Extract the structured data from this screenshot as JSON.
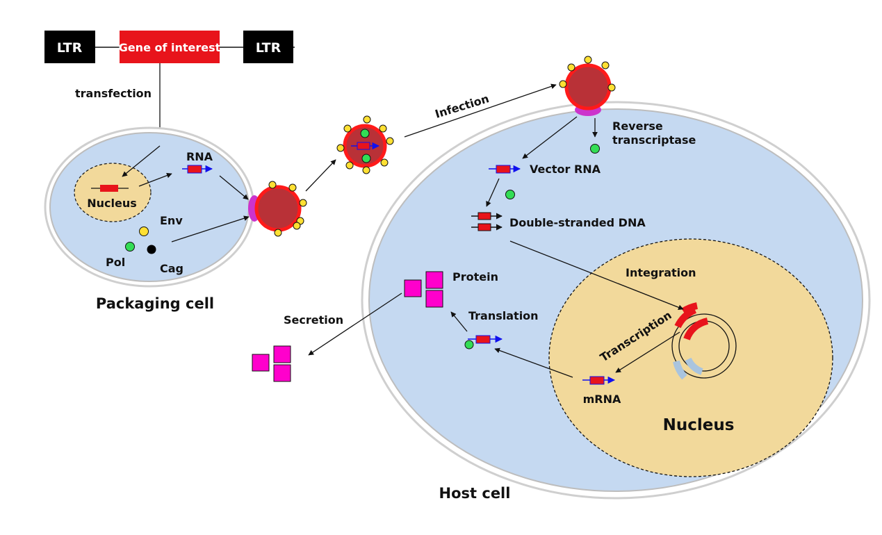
{
  "construct": {
    "ltr_left": "LTR",
    "gene": "Gene of interest",
    "ltr_right": "LTR"
  },
  "labels": {
    "transfection": "transfection",
    "rna": "RNA",
    "nucleus_small": "Nucleus",
    "env": "Env",
    "pol": "Pol",
    "cag": "Cag",
    "packaging_cell": "Packaging cell",
    "infection": "Infection",
    "reverse_line1": "Reverse",
    "reverse_line2": "transcriptase",
    "vector_rna": "Vector RNA",
    "ds_dna": "Double-stranded DNA",
    "integration": "Integration",
    "protein": "Protein",
    "secretion": "Secretion",
    "translation": "Translation",
    "transcription": "Transcription",
    "mrna": "mRNA",
    "nucleus_big": "Nucleus",
    "host_cell": "Host cell"
  },
  "colors": {
    "cytoplasm": "#c5d9f1",
    "nucleus": "#f2d99b",
    "virus": "#b93137",
    "virus_ring": "#ff1a1a",
    "envelope_protein": "#ffe033",
    "polymerase": "#33dd55",
    "receptor": "#cc33cc",
    "protein": "#ff00cc",
    "gene_red": "#e8141b",
    "arrow_blue": "#1010ee"
  }
}
